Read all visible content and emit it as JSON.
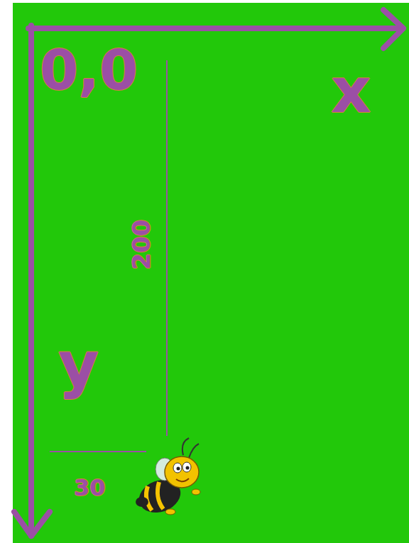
{
  "diagram": {
    "labels": [
      "0,0",
      "x",
      "y",
      "200",
      "30"
    ]
  }
}
